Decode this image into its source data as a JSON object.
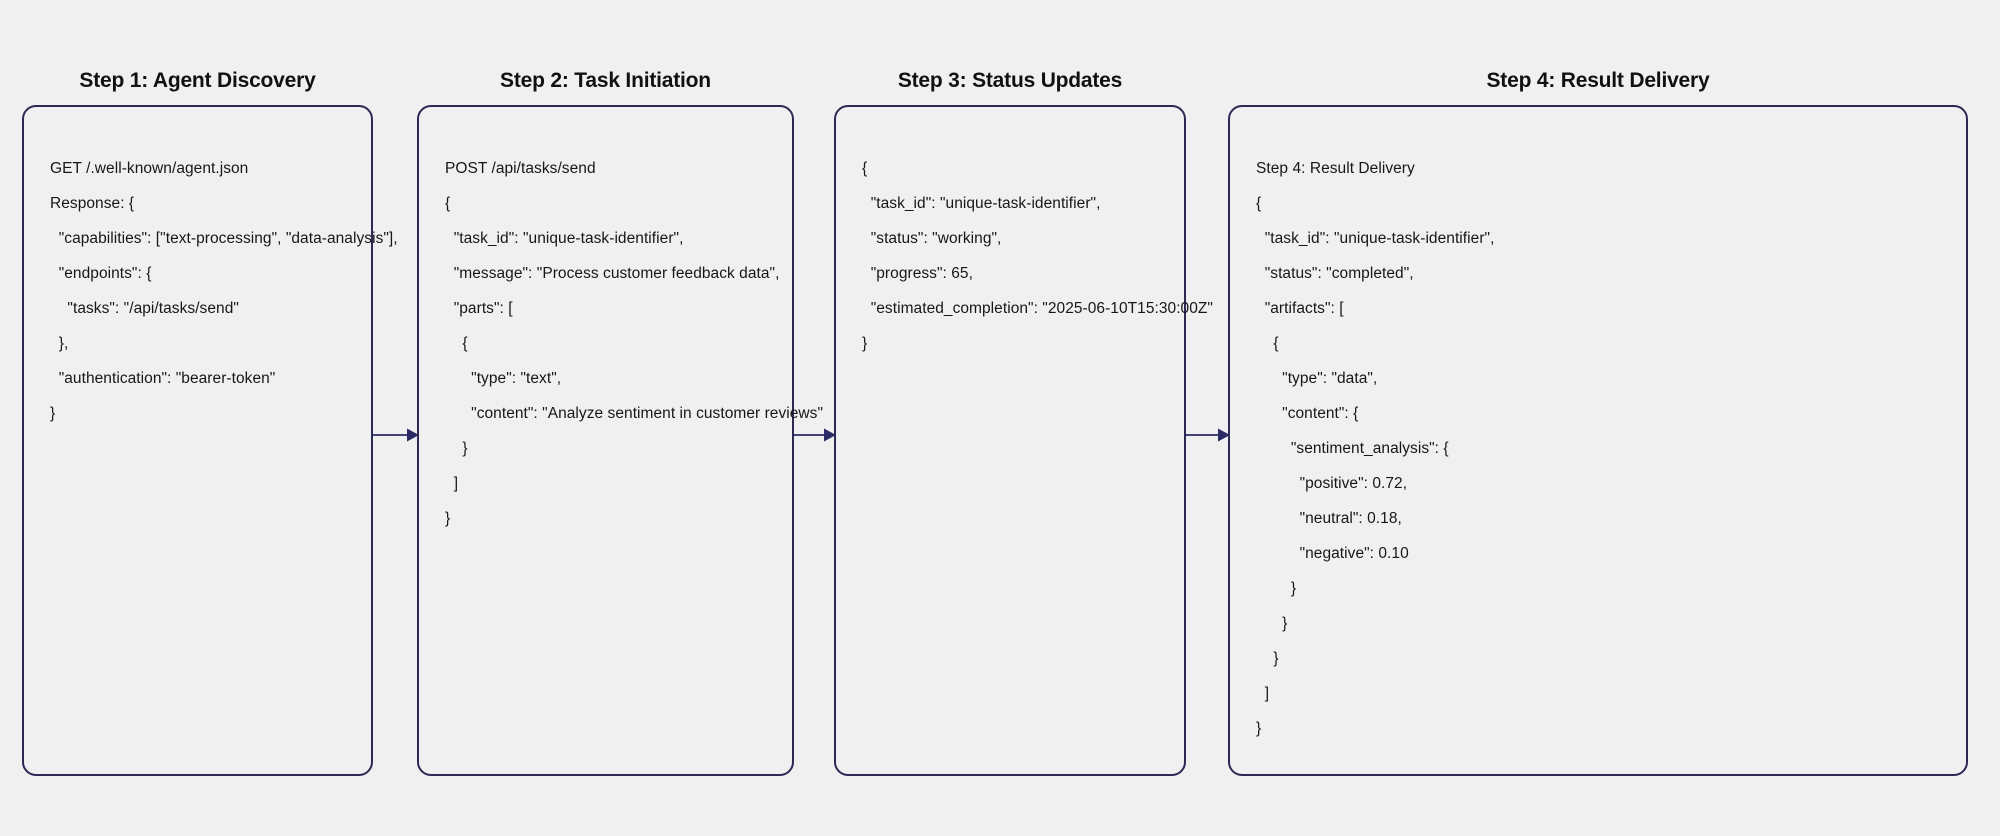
{
  "diagram": {
    "title_style": "bold",
    "border_color": "#2b2a55",
    "background_color": "#f0f0f0",
    "text_color": "#17171b",
    "arrow_color": "#2b2a66",
    "type": "horizontal-flow",
    "arrow_glyph": "arrow-right"
  },
  "steps": [
    {
      "title": "Step 1: Agent Discovery",
      "lines": [
        "GET /.well-known/agent.json",
        "Response: {",
        "  \"capabilities\": [\"text-processing\", \"data-analysis\"],",
        "  \"endpoints\": {",
        "    \"tasks\": \"/api/tasks/send\"",
        "  },",
        "  \"authentication\": \"bearer-token\"",
        "}"
      ]
    },
    {
      "title": "Step 2: Task Initiation",
      "lines": [
        "POST /api/tasks/send",
        "{",
        "  \"task_id\": \"unique-task-identifier\",",
        "  \"message\": \"Process customer feedback data\",",
        "  \"parts\": [",
        "    {",
        "      \"type\": \"text\",",
        "      \"content\": \"Analyze sentiment in customer reviews\"",
        "    }",
        "  ]",
        "}"
      ]
    },
    {
      "title": "Step 3: Status Updates",
      "lines": [
        "{",
        "  \"task_id\": \"unique-task-identifier\",",
        "  \"status\": \"working\",",
        "  \"progress\": 65,",
        "  \"estimated_completion\": \"2025-06-10T15:30:00Z\"",
        "}"
      ]
    },
    {
      "title": "Step 4: Result Delivery",
      "lines": [
        "Step 4: Result Delivery",
        "{",
        "  \"task_id\": \"unique-task-identifier\",",
        "  \"status\": \"completed\",",
        "  \"artifacts\": [",
        "    {",
        "      \"type\": \"data\",",
        "      \"content\": {",
        "        \"sentiment_analysis\": {",
        "          \"positive\": 0.72,",
        "          \"neutral\": 0.18,",
        "          \"negative\": 0.10",
        "        }",
        "      }",
        "    }",
        "  ]",
        "}"
      ]
    }
  ]
}
